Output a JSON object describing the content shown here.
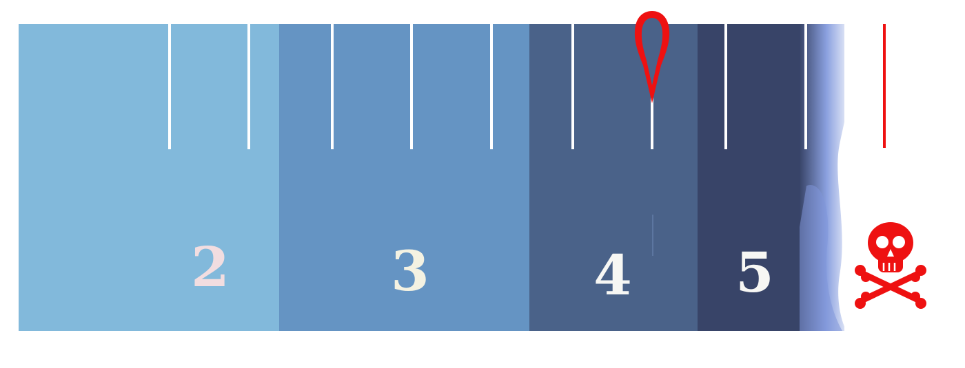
{
  "scale": {
    "bands": [
      {
        "label": "2",
        "color": "#82b9db",
        "label_color": "#f2dde0"
      },
      {
        "label": "3",
        "color": "#6594c3",
        "label_color": "#f4f2e2"
      },
      {
        "label": "4",
        "color": "#4a6289",
        "label_color": "#f7f7f4"
      },
      {
        "label": "5",
        "color": "#384468",
        "label_color": "#f7f7f4"
      }
    ],
    "marker_color": "#ee1111",
    "tick_color": "#ffffff",
    "end_icon": "skull-and-crossbones-icon",
    "end_icon_color": "#ee1111"
  }
}
